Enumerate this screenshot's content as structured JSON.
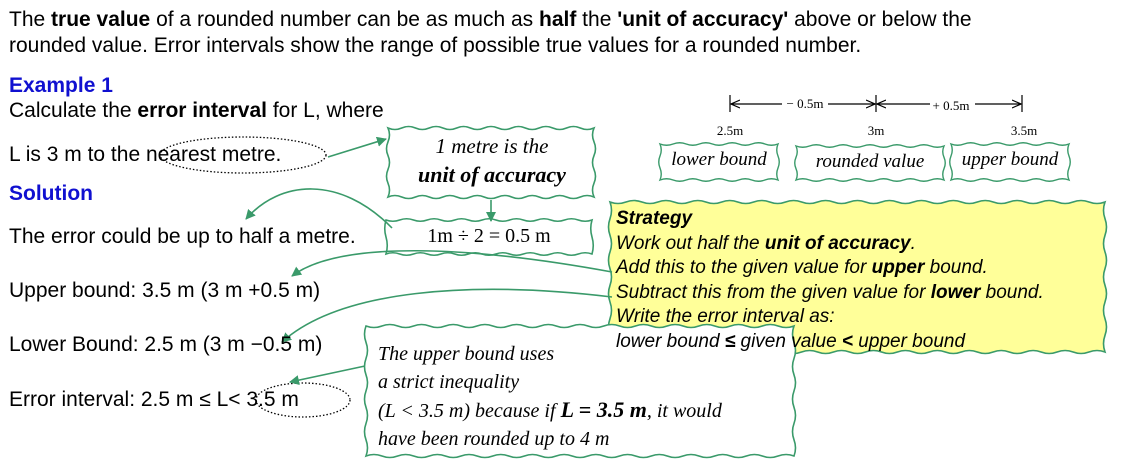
{
  "intro": {
    "line1": {
      "p1": "The ",
      "b1": "true value",
      "p2": " of a rounded number can be as much as ",
      "b2": "half",
      "p3": " the ",
      "b3": "'unit of accuracy'",
      "p4": " above or below the"
    },
    "line2": "rounded value. Error intervals show the range of possible true values for a rounded number."
  },
  "example": {
    "heading": "Example 1",
    "question": {
      "p1": "Calculate the ",
      "b1": "error interval",
      "p2": " for L, where"
    },
    "given": {
      "p1": "L is 3 m to the ",
      "circled": "nearest metre."
    }
  },
  "solution": {
    "heading": "Solution",
    "lines": [
      "The error could be up to half a metre.",
      "Upper bound: 3.5 m (3 m +0.5 m)",
      "Lower Bound: 2.5 m (3 m −0.5 m)"
    ],
    "interval": {
      "p1": "Error interval: 2.5 m ≤ L",
      "circled": "< 3.5 m"
    }
  },
  "unit_box": {
    "line1": "1 metre is the",
    "line2": "unit of accuracy"
  },
  "half_box": "1m ÷ 2 = 0.5 m",
  "number_line": {
    "minus": "− 0.5m",
    "plus": "+ 0.5m",
    "ticks": [
      "2.5m",
      "3m",
      "3.5m"
    ],
    "labels": [
      "lower bound",
      "rounded value",
      "upper bound"
    ]
  },
  "strategy": {
    "title": "Strategy",
    "l1": {
      "p1": "Work out half the ",
      "b1": "unit of accuracy",
      "p2": "."
    },
    "l2": {
      "p1": "Add this to the given value for ",
      "b1": "upper",
      "p2": " bound."
    },
    "l3": {
      "p1": "Subtract this from the given value for ",
      "b1": "lower",
      "p2": " bound."
    },
    "l4": "Write the error interval as:",
    "l5": {
      "p1": "lower bound ",
      "b1": "≤",
      "p2": " given value ",
      "b2": "<",
      "p3": " upper bound"
    }
  },
  "note": {
    "l1": "The upper bound uses",
    "l2": "a strict inequality",
    "l3": {
      "p1": "(L < 3.5 m) because if ",
      "b1": "L = 3.5 m",
      "p2": ", it would"
    },
    "l4": "have been rounded up to 4 m"
  },
  "colors": {
    "heading": "#1010d0",
    "arrow": "#3a9a6a",
    "strategy_fill": "#ffff99"
  }
}
